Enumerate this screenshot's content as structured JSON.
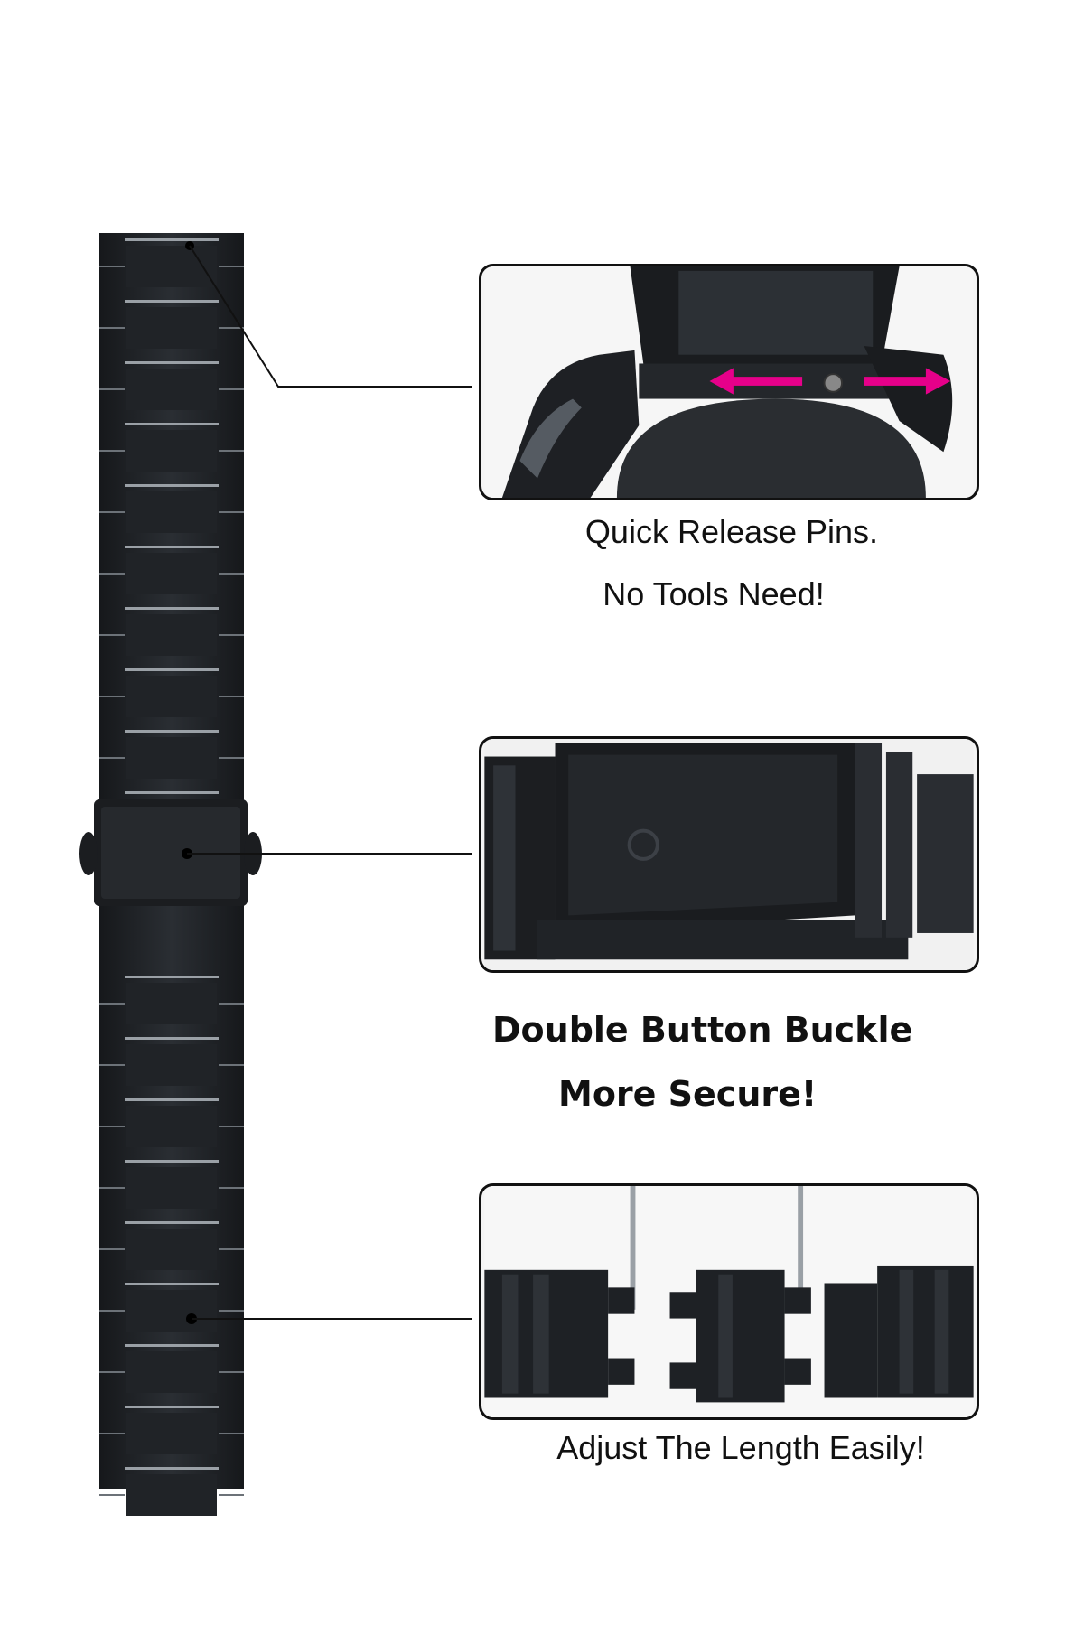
{
  "features": [
    {
      "id": "quick-release",
      "lines": [
        "Quick Release Pins.",
        "No Tools Need!"
      ],
      "icon": "quick-release-pin-icon"
    },
    {
      "id": "buckle",
      "lines": [
        "Double Button Buckle",
        "More Secure!"
      ],
      "icon": "buckle-icon"
    },
    {
      "id": "adjust",
      "lines": [
        "Adjust The Length Easily!"
      ],
      "icon": "link-segments-icon"
    }
  ],
  "colors": {
    "strap_dark": "#1f2226",
    "strap_highlight": "#9aa0a6",
    "arrow_magenta": "#e6008a",
    "line": "#111111"
  }
}
